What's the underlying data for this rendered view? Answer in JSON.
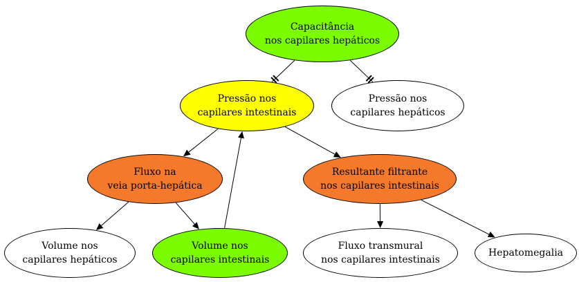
{
  "colors": {
    "green": "#7cfc00",
    "yellow": "#ffff00",
    "orange": "#f5792a",
    "white": "#ffffff",
    "edge": "#000000"
  },
  "nodes": {
    "capacitancia_hep": {
      "label": "Capacitância\nnos capilares hepáticos",
      "fill": "green"
    },
    "pressao_int": {
      "label": "Pressão nos\ncapilares intestinais",
      "fill": "yellow"
    },
    "pressao_hep": {
      "label": "Pressão nos\ncapilares hepáticos",
      "fill": "white"
    },
    "fluxo_porta": {
      "label": "Fluxo na\nveia porta-hepática",
      "fill": "orange"
    },
    "resultante": {
      "label": "Resultante filtrante\nnos capilares intestinais",
      "fill": "orange"
    },
    "volume_hep": {
      "label": "Volume nos\ncapilares hepáticos",
      "fill": "white"
    },
    "volume_int": {
      "label": "Volume nos\ncapilares intestinais",
      "fill": "green"
    },
    "fluxo_transmural": {
      "label": "Fluxo transmural\nnos capilares intestinais",
      "fill": "white"
    },
    "hepatomegalia": {
      "label": "Hepatomegalia",
      "fill": "white"
    }
  },
  "edges": [
    {
      "from": "capacitancia_hep",
      "to": "pressao_int",
      "type": "inverse"
    },
    {
      "from": "capacitancia_hep",
      "to": "pressao_hep",
      "type": "inverse"
    },
    {
      "from": "pressao_int",
      "to": "fluxo_porta",
      "type": "direct"
    },
    {
      "from": "pressao_int",
      "to": "resultante",
      "type": "direct"
    },
    {
      "from": "fluxo_porta",
      "to": "volume_hep",
      "type": "direct"
    },
    {
      "from": "fluxo_porta",
      "to": "volume_int",
      "type": "direct"
    },
    {
      "from": "volume_int",
      "to": "pressao_int",
      "type": "direct"
    },
    {
      "from": "resultante",
      "to": "fluxo_transmural",
      "type": "direct"
    },
    {
      "from": "resultante",
      "to": "hepatomegalia",
      "type": "direct"
    }
  ]
}
